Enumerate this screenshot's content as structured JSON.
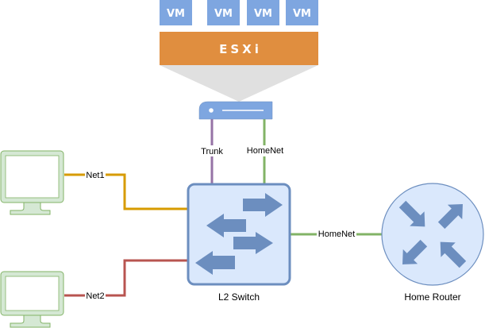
{
  "diagram": {
    "vms": [
      {
        "label": "VM"
      },
      {
        "label": "VM"
      },
      {
        "label": "VM"
      },
      {
        "label": "VM"
      }
    ],
    "hypervisor": {
      "label": "ESXi"
    },
    "server": {
      "name": "esxi-host-server"
    },
    "switch": {
      "label": "L2 Switch"
    },
    "router": {
      "label": "Home Router"
    },
    "clients": [
      {
        "name": "client-1"
      },
      {
        "name": "client-2"
      }
    ],
    "links": {
      "trunk": {
        "label": "Trunk",
        "color": "#9673a6"
      },
      "homenet_server": {
        "label": "HomeNet",
        "color": "#82b366"
      },
      "net1": {
        "label": "Net1",
        "color": "#d79b00"
      },
      "net2": {
        "label": "Net2",
        "color": "#b85450"
      },
      "homenet_router": {
        "label": "HomeNet",
        "color": "#82b366"
      }
    },
    "colors": {
      "vm_fill": "#7ea6e0",
      "esxi_fill": "#e08e3f",
      "funnel_fill": "#e0e0e0",
      "device_fill": "#dae8fc",
      "device_stroke": "#6c8ebf",
      "monitor_fill": "#d5e8d4",
      "monitor_stroke": "#82b366"
    }
  }
}
